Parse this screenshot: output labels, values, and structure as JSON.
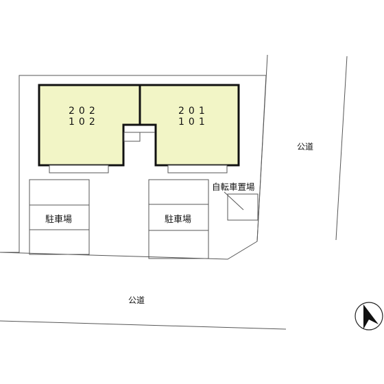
{
  "buildings": [
    {
      "units": [
        "202",
        "102"
      ],
      "fill": "#f2f5c6"
    },
    {
      "units": [
        "201",
        "101"
      ],
      "fill": "#f2f5c6"
    }
  ],
  "parking_label": "駐車場",
  "road_label": "公道",
  "bicycle_parking_label": "自転車置場",
  "icons": {
    "north": "north-arrow-icon"
  }
}
